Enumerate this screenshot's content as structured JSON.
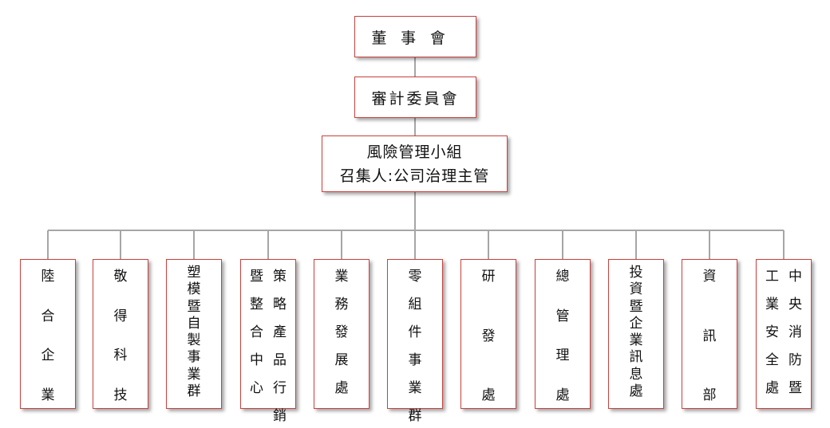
{
  "board": {
    "chars": [
      "董",
      "事",
      "會"
    ]
  },
  "audit_committee": {
    "label": "審計委員會"
  },
  "risk_group": {
    "line1": "風險管理小組",
    "line2": "召集人:公司治理主管"
  },
  "departments": [
    {
      "id": "luhe",
      "columns": [
        "陸合企業"
      ],
      "layout": "spread"
    },
    {
      "id": "jingde",
      "columns": [
        "敬得科技"
      ],
      "layout": "spread"
    },
    {
      "id": "plastic",
      "columns": [
        "塑模暨自製事業群"
      ],
      "layout": "dense"
    },
    {
      "id": "strategy",
      "columns": [
        "策略產品行銷",
        "暨整合中心"
      ],
      "layout": "mid"
    },
    {
      "id": "business",
      "columns": [
        "業務發展處"
      ],
      "layout": "mid"
    },
    {
      "id": "parts",
      "columns": [
        "零組件事業群"
      ],
      "layout": "mid"
    },
    {
      "id": "rnd",
      "columns": [
        "研發處"
      ],
      "layout": "spread"
    },
    {
      "id": "admin",
      "columns": [
        "總管理處"
      ],
      "layout": "spread"
    },
    {
      "id": "investment",
      "columns": [
        "投資暨企業訊息處"
      ],
      "layout": "dense"
    },
    {
      "id": "it",
      "columns": [
        "資訊部"
      ],
      "layout": "spread"
    },
    {
      "id": "safety",
      "columns": [
        "中央消防暨",
        "工業安全處"
      ],
      "layout": "mid"
    }
  ],
  "colors": {
    "box_border": "#c8423e",
    "connector": "#a6a6a6"
  }
}
